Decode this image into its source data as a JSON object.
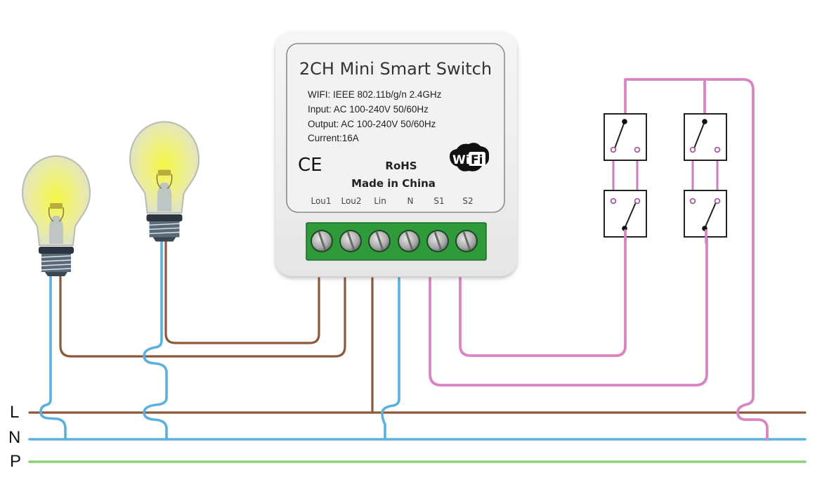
{
  "device": {
    "title": "2CH Mini Smart Switch",
    "specs": [
      "WIFI: IEEE 802.11b/g/n 2.4GHz",
      "Input: AC 100-240V 50/60Hz",
      "Output: AC 100-240V 50/60Hz",
      "Current:16A"
    ],
    "ce_mark": "CE",
    "rohs": "RoHS",
    "origin": "Made in China",
    "wifi_logo": {
      "left": "Wi",
      "right": "Fi",
      "icon": "wifi-logo-icon"
    },
    "terminals": [
      "Lou1",
      "Lou2",
      "Lin",
      "N",
      "S1",
      "S2"
    ],
    "terminal_block_color": "#2e9a3a"
  },
  "rails": [
    {
      "label": "L",
      "color": "#8a5a3a"
    },
    {
      "label": "N",
      "color": "#5ab2dc"
    },
    {
      "label": "P",
      "color": "#8ed07a"
    }
  ],
  "bulbs": [
    {
      "name": "lamp-1",
      "icon": "light-bulb-icon",
      "state": "on"
    },
    {
      "name": "lamp-2",
      "icon": "light-bulb-icon",
      "state": "on"
    }
  ],
  "switches": {
    "count": 4,
    "icon": "two-way-switch-icon",
    "wire_color": "#d985c4"
  },
  "colors": {
    "live": "#8a5a3a",
    "neutral": "#5ab2dc",
    "protective": "#8ed07a",
    "switch": "#d985c4",
    "bulb_glow": "#f4f04a"
  }
}
